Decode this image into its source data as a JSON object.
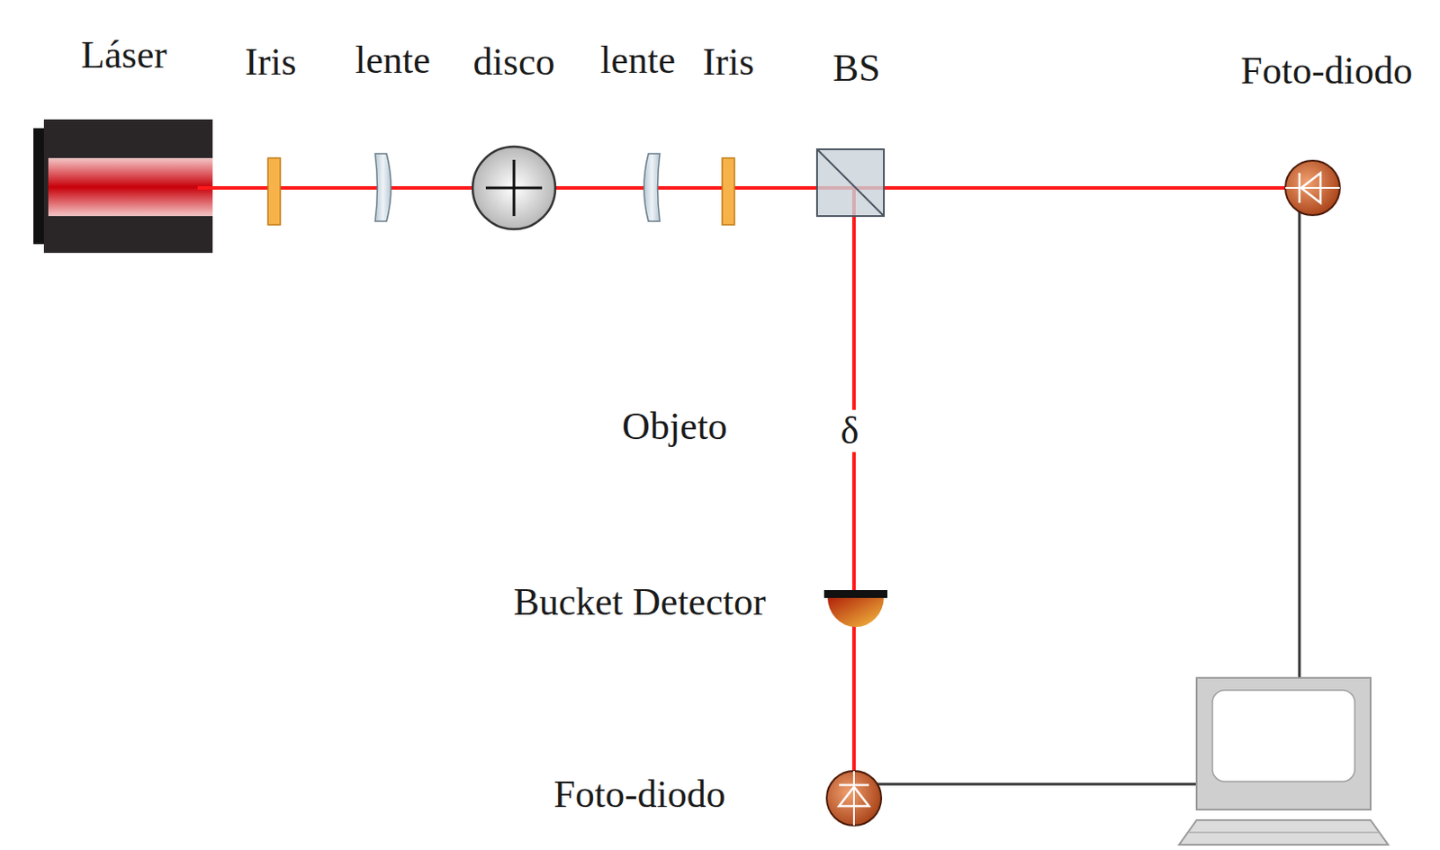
{
  "diagram": {
    "labels": [
      "Láser",
      "Iris",
      "lente",
      "disco",
      "lente",
      "Iris",
      "BS",
      "Foto-diodo",
      "Objeto",
      "δ",
      "Bucket Detector",
      "Foto-diodo"
    ]
  }
}
